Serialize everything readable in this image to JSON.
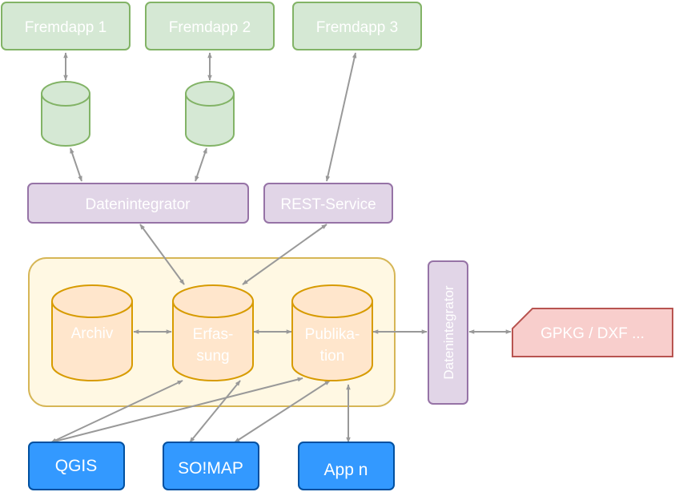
{
  "colors": {
    "green_fill": "#d5e8d4",
    "green_stroke": "#82b366",
    "purple_fill": "#e1d5e7",
    "purple_stroke": "#9673a6",
    "orange_fill": "#ffe6cc",
    "orange_stroke": "#d79b00",
    "container_fill": "#fff2cc",
    "container_stroke": "#d6b656",
    "blue_fill": "#3399ff",
    "blue_stroke": "#0050a0",
    "red_fill": "#f8cecc",
    "red_stroke": "#b85450",
    "arrow": "#999999"
  },
  "external_apps": {
    "app1": "Fremdapp 1",
    "app2": "Fremdapp 2",
    "app3": "Fremdapp 3"
  },
  "services": {
    "datenintegrator_top": "Datenintegrator",
    "rest_service": "REST-Service",
    "datenintegrator_right": "Datenintegrator"
  },
  "databases": {
    "archiv": "Archiv",
    "erfassung_line1": "Erfas-",
    "erfassung_line2": "sung",
    "publikation_line1": "Publika-",
    "publikation_line2": "tion"
  },
  "clients": {
    "qgis": "QGIS",
    "somap": "SO!MAP",
    "app_n": "App n"
  },
  "export": {
    "formats": "GPKG / DXF ..."
  }
}
